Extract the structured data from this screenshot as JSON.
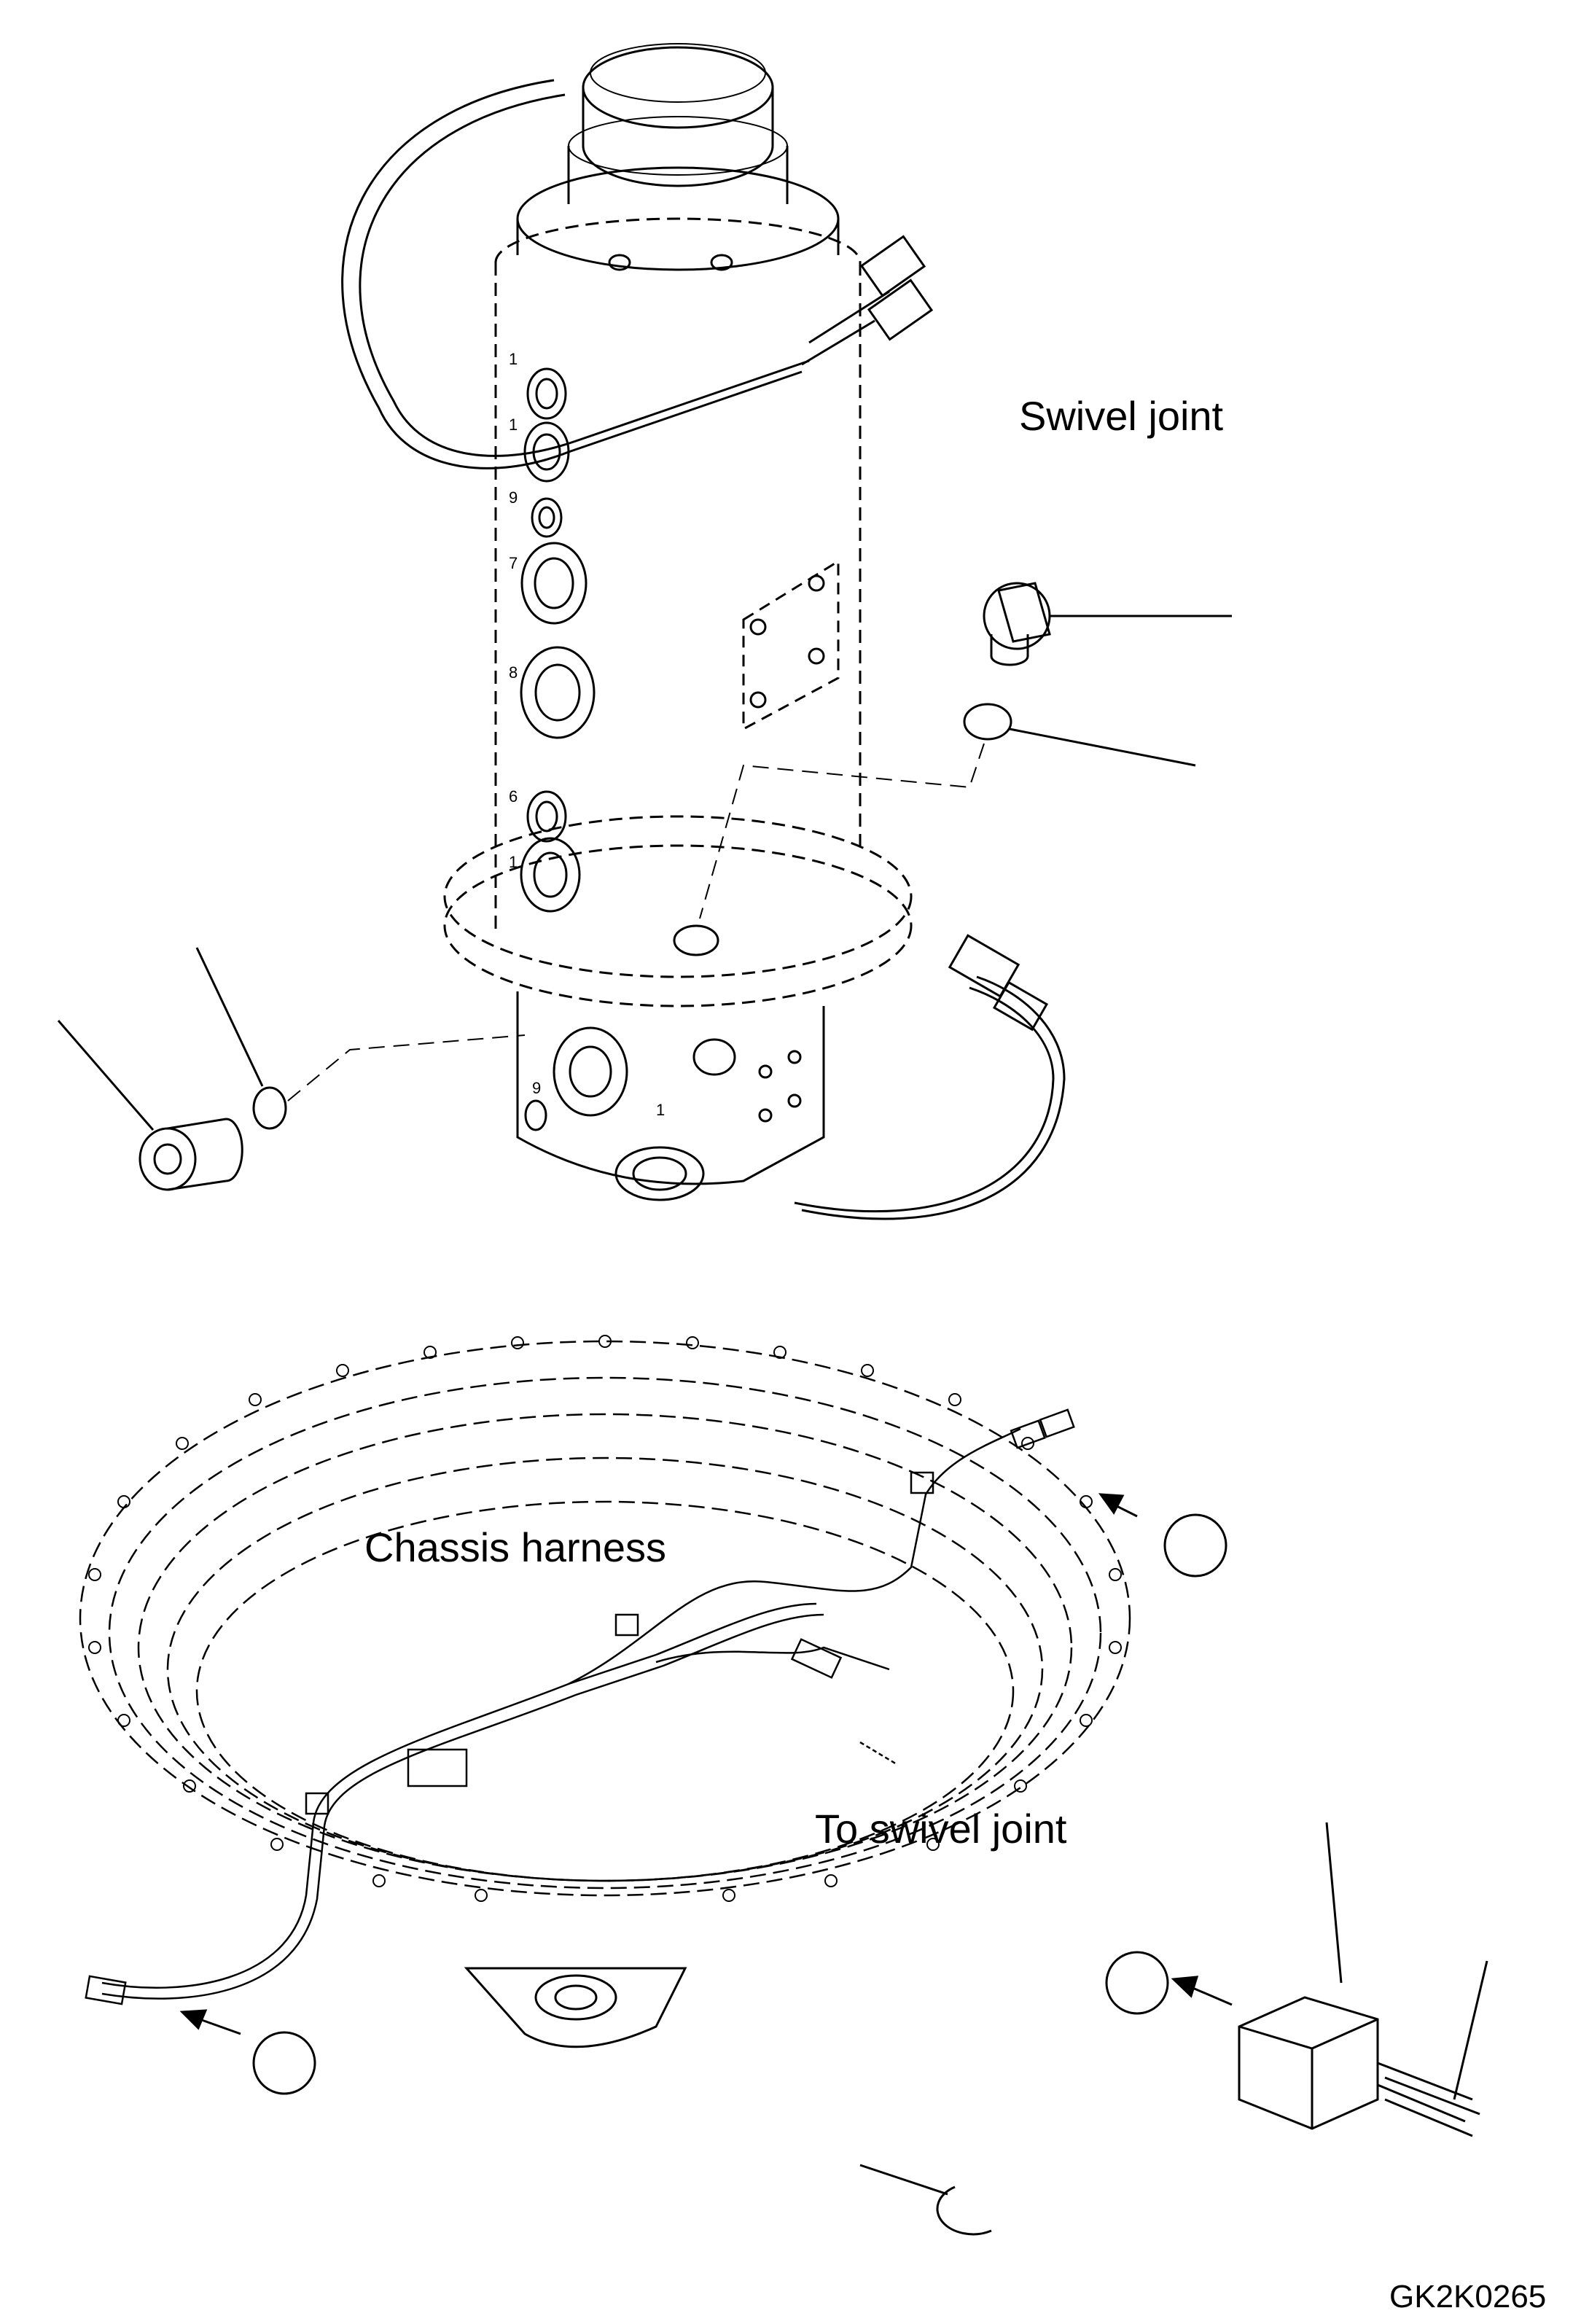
{
  "labels": {
    "swivel_joint": "Swivel joint",
    "chassis_harness": "Chassis harness",
    "to_swivel_joint": "To swivel joint",
    "drawing_code": "GK2K0265"
  },
  "port_numbers": [
    "1",
    "1",
    "9",
    "1",
    "9",
    "7",
    "8",
    "6",
    "1"
  ],
  "colors": {
    "line": "#000000",
    "background": "#ffffff"
  }
}
